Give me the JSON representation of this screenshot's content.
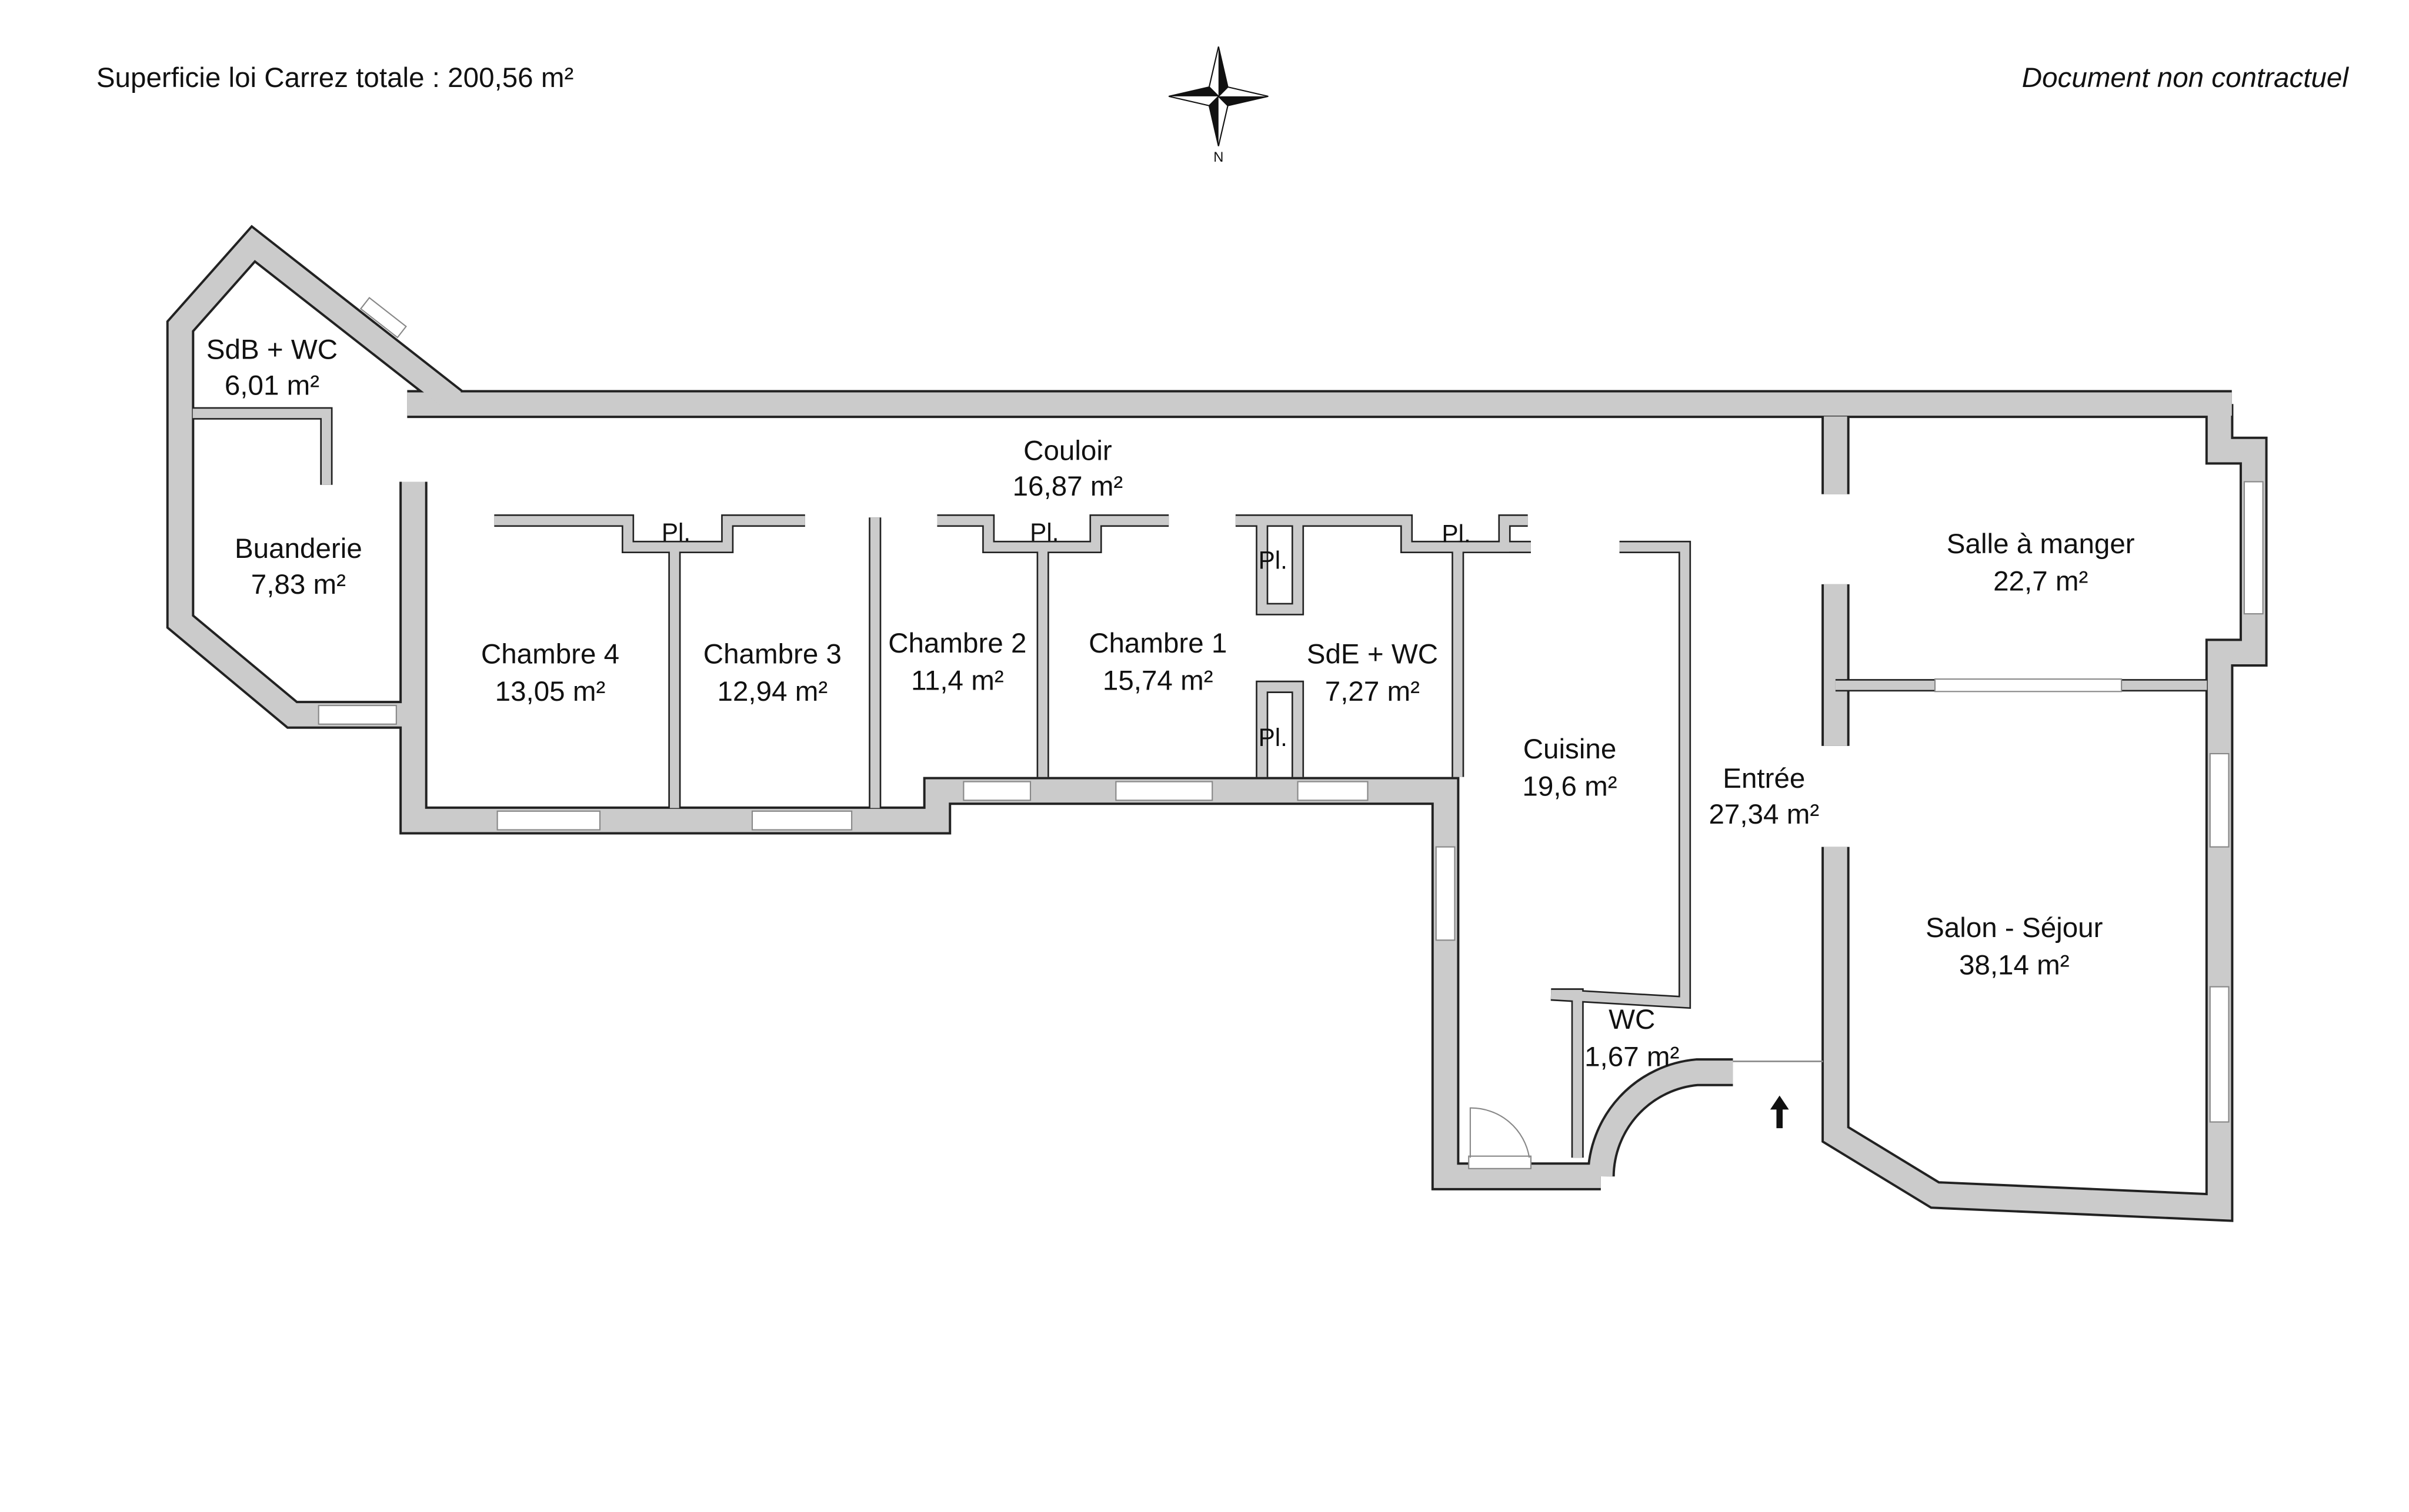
{
  "header": {
    "total_area": "Superficie loi Carrez totale : 200,56 m²",
    "disclaimer": "Document non contractuel",
    "compass_label": "N"
  },
  "rooms": {
    "sdb": {
      "name": "SdB + WC",
      "area": "6,01 m²"
    },
    "buanderie": {
      "name": "Buanderie",
      "area": "7,83 m²"
    },
    "chambre4": {
      "name": "Chambre 4",
      "area": "13,05 m²"
    },
    "chambre3": {
      "name": "Chambre 3",
      "area": "12,94 m²"
    },
    "chambre2": {
      "name": "Chambre 2",
      "area": "11,4 m²"
    },
    "chambre1": {
      "name": "Chambre 1",
      "area": "15,74 m²"
    },
    "sde": {
      "name": "SdE + WC",
      "area": "7,27 m²"
    },
    "couloir": {
      "name": "Couloir",
      "area": "16,87 m²"
    },
    "cuisine": {
      "name": "Cuisine",
      "area": "19,6 m²"
    },
    "entree": {
      "name": "Entrée",
      "area": "27,34 m²"
    },
    "wc": {
      "name": "WC",
      "area": "1,67 m²"
    },
    "salle_a_manger": {
      "name": "Salle à manger",
      "area": "22,7 m²"
    },
    "salon": {
      "name": "Salon - Séjour",
      "area": "38,14 m²"
    }
  },
  "closets": [
    "Pl.",
    "Pl.",
    "Pl.",
    "Pl.",
    "Pl."
  ],
  "colors": {
    "wall": "#cbcbcb",
    "outline": "#222222"
  }
}
